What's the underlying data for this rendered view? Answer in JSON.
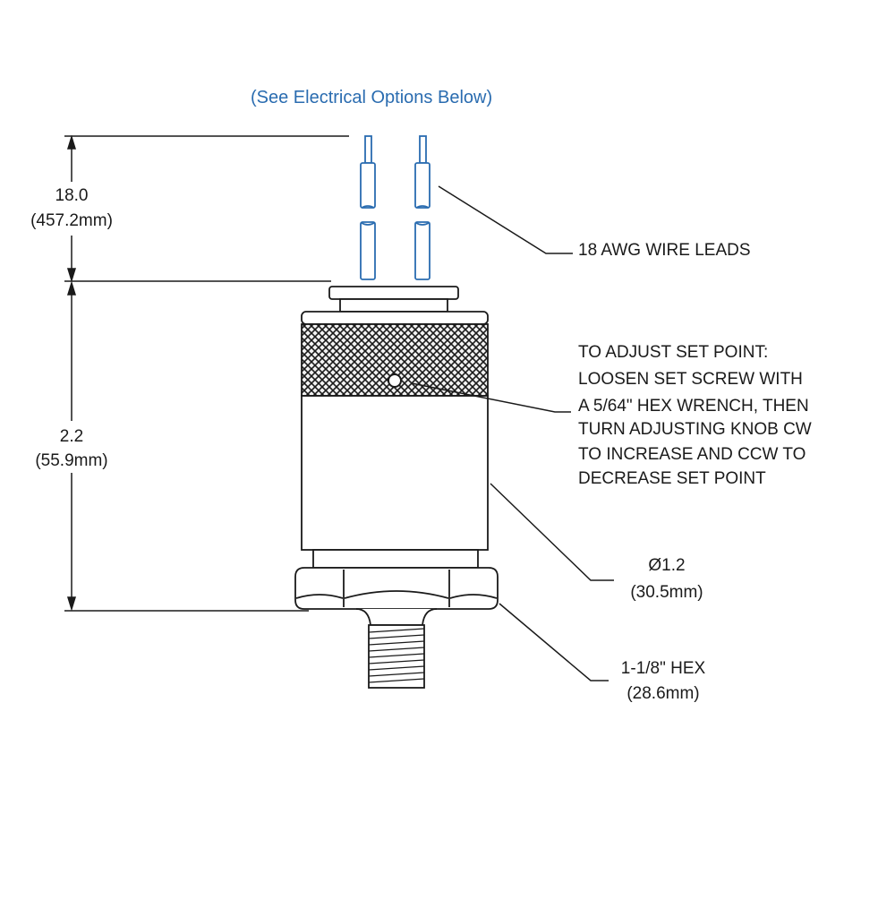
{
  "header_note": "(See Electrical Options Below)",
  "dimensions": {
    "lead_length": {
      "imperial": "18.0",
      "metric": "(457.2mm)"
    },
    "body_height": {
      "imperial": "2.2",
      "metric": "(55.9mm)"
    },
    "diameter": {
      "imperial": "Ø1.2",
      "metric": "(30.5mm)"
    },
    "hex_size": {
      "imperial": "1-1/8\" HEX",
      "metric": "(28.6mm)"
    }
  },
  "callouts": {
    "wire_leads": "18 AWG WIRE LEADS",
    "adjust_instructions": [
      "TO ADJUST SET POINT:",
      "LOOSEN SET SCREW WITH",
      "A 5/64\" HEX WRENCH, THEN",
      "TURN ADJUSTING KNOB CW",
      "TO INCREASE AND CCW TO",
      "DECREASE SET POINT"
    ]
  },
  "colors": {
    "wire": "#2a6cb0",
    "line": "#1a1a1a",
    "note_text": "#2a6cb0"
  }
}
